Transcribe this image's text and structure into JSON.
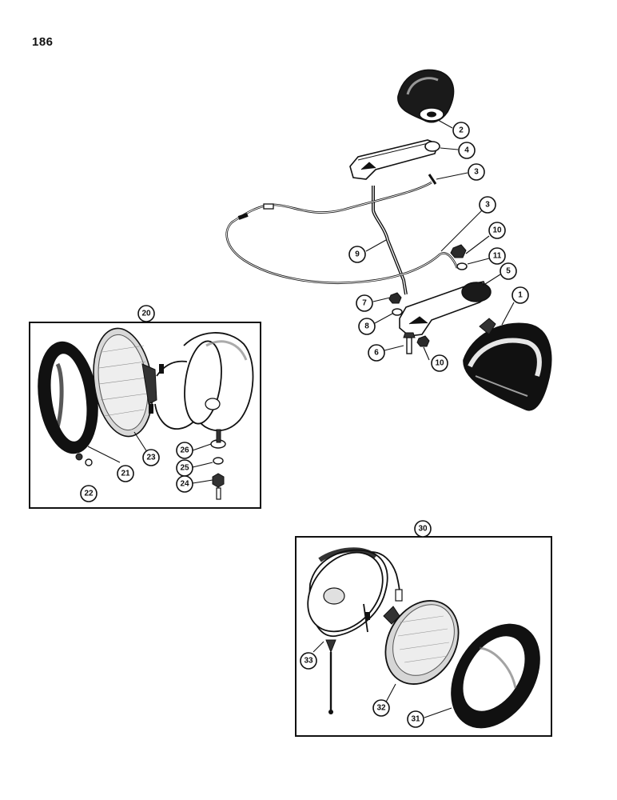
{
  "page": {
    "number": "186"
  },
  "callouts": {
    "c1": "1",
    "c2": "2",
    "c3a": "3",
    "c3b": "3",
    "c4": "4",
    "c5": "5",
    "c6": "6",
    "c7": "7",
    "c8": "8",
    "c9": "9",
    "c10a": "10",
    "c10b": "10",
    "c11": "11",
    "c20": "20",
    "c21": "21",
    "c22": "22",
    "c23": "23",
    "c24": "24",
    "c25": "25",
    "c26": "26",
    "c30": "30",
    "c31": "31",
    "c32": "32",
    "c33": "33"
  },
  "colors": {
    "ink": "#111111",
    "paper": "#ffffff"
  }
}
